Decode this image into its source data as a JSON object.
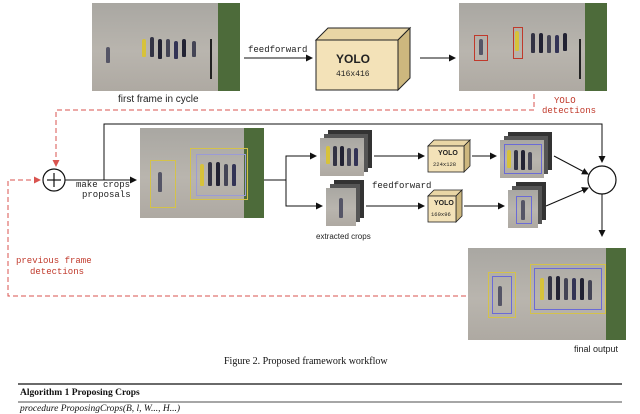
{
  "labels": {
    "first_frame": "first frame in cycle",
    "feedforward_top": "feedforward",
    "feedforward_mid": "feedforward",
    "yolo_detections_1": "YOLO",
    "yolo_detections_2": "detections",
    "make_crops_1": "make crops",
    "make_crops_2": "proposals",
    "extracted_crops": "extracted crops",
    "previous_frame_1": "previous frame",
    "previous_frame_2": "detections",
    "final_output": "final output"
  },
  "yolo": {
    "main_title": "YOLO",
    "main_size": "416x416",
    "small1_title": "YOLO",
    "small1_size": "224x128",
    "small2_title": "YOLO",
    "small2_size": "160x96"
  },
  "caption": "Figure 2. Proposed framework workflow",
  "algorithm": {
    "header": "Algorithm 1 Proposing Crops",
    "line1": "procedure ProposingCrops(B, l, W..., H...)"
  },
  "colors": {
    "dashed_red": "#d9534f",
    "yolo_face": "#f3e2b8",
    "yolo_side": "#d9c491",
    "arrow": "#111111"
  }
}
